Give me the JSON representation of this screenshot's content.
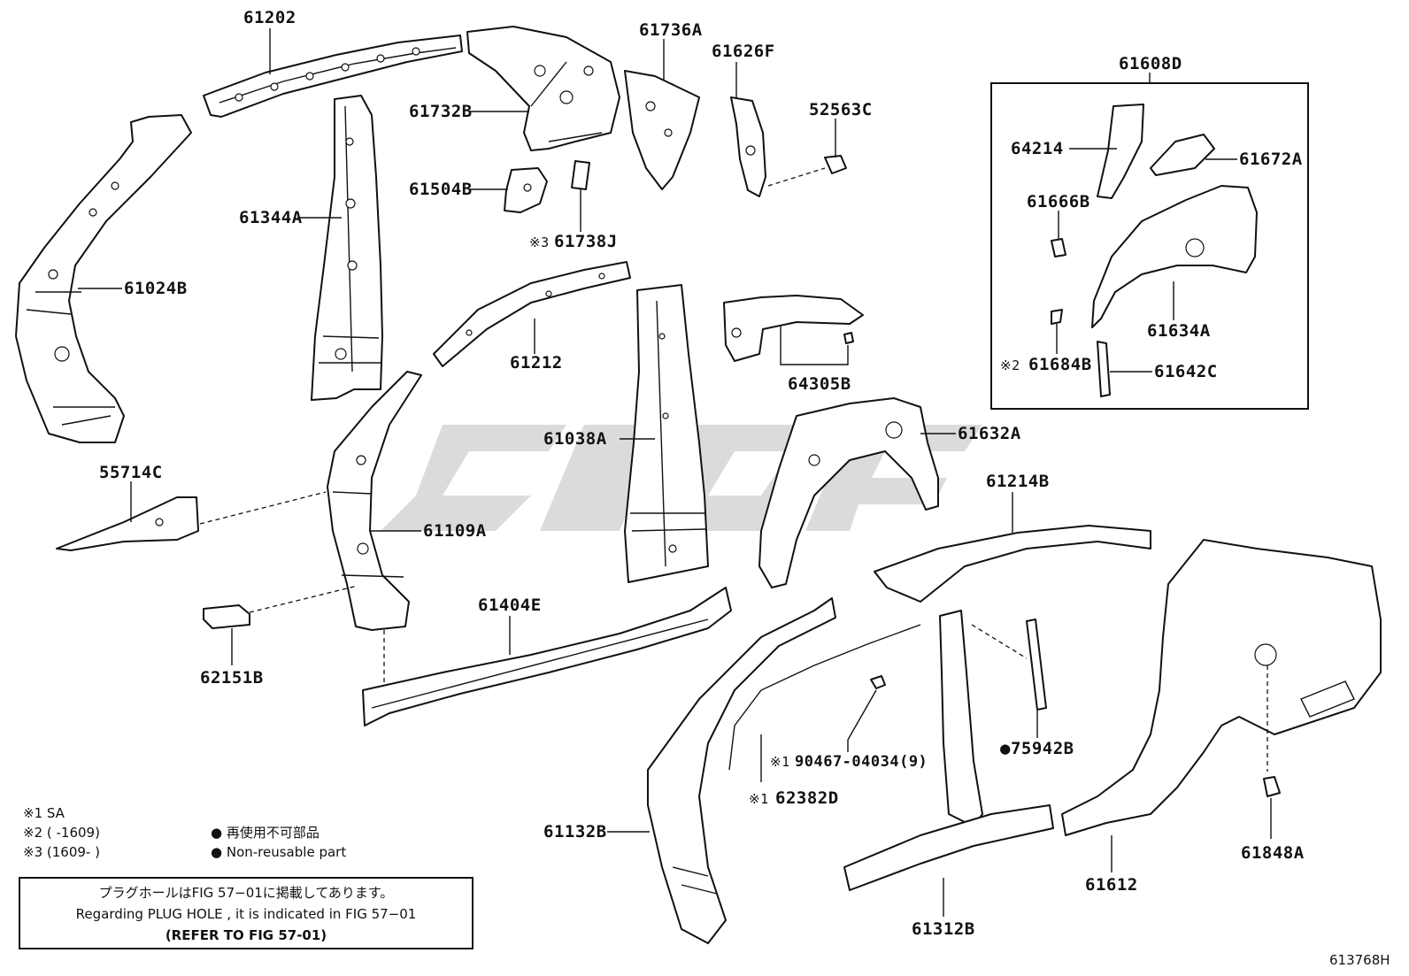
{
  "figure_code": "613768H",
  "group_box_label": "61608D",
  "callouts": {
    "p61202": "61202",
    "p61732B": "61732B",
    "p61736A": "61736A",
    "p61626F": "61626F",
    "p52563C": "52563C",
    "p61504B": "61504B",
    "p61738J": "61738J",
    "p61738J_mark": "※3",
    "p61344A": "61344A",
    "p61024B": "61024B",
    "p61212": "61212",
    "p64305B": "64305B",
    "p64214": "64214",
    "p61672A": "61672A",
    "p61666B": "61666B",
    "p61634A": "61634A",
    "p61684B": "61684B",
    "p61684B_mark": "※2",
    "p61642C": "61642C",
    "p61632A": "61632A",
    "p61038A": "61038A",
    "p55714C": "55714C",
    "p61109A": "61109A",
    "p61214B": "61214B",
    "p61404E": "61404E",
    "p62151B": "62151B",
    "p90467": "90467-04034(9)",
    "p90467_mark": "※1",
    "p75942B": "●75942B",
    "p62382D": "62382D",
    "p62382D_mark": "※1",
    "p61132B": "61132B",
    "p61312B": "61312B",
    "p61612": "61612",
    "p61848A": "61848A"
  },
  "legend": {
    "note1": "※1 SA",
    "note2": "※2 (       -1609)",
    "note3": "※3 (1609-       )",
    "bullet_jp": "● 再使用不可部品",
    "bullet_en": "● Non-reusable part"
  },
  "reference_box": {
    "line_jp": "プラグホールはFIG 57−01に掲載してあります。",
    "line_en": "Regarding  PLUG  HOLE , it is indicated in FIG  57−01",
    "line_ref": "(REFER TO FIG 57-01)"
  }
}
